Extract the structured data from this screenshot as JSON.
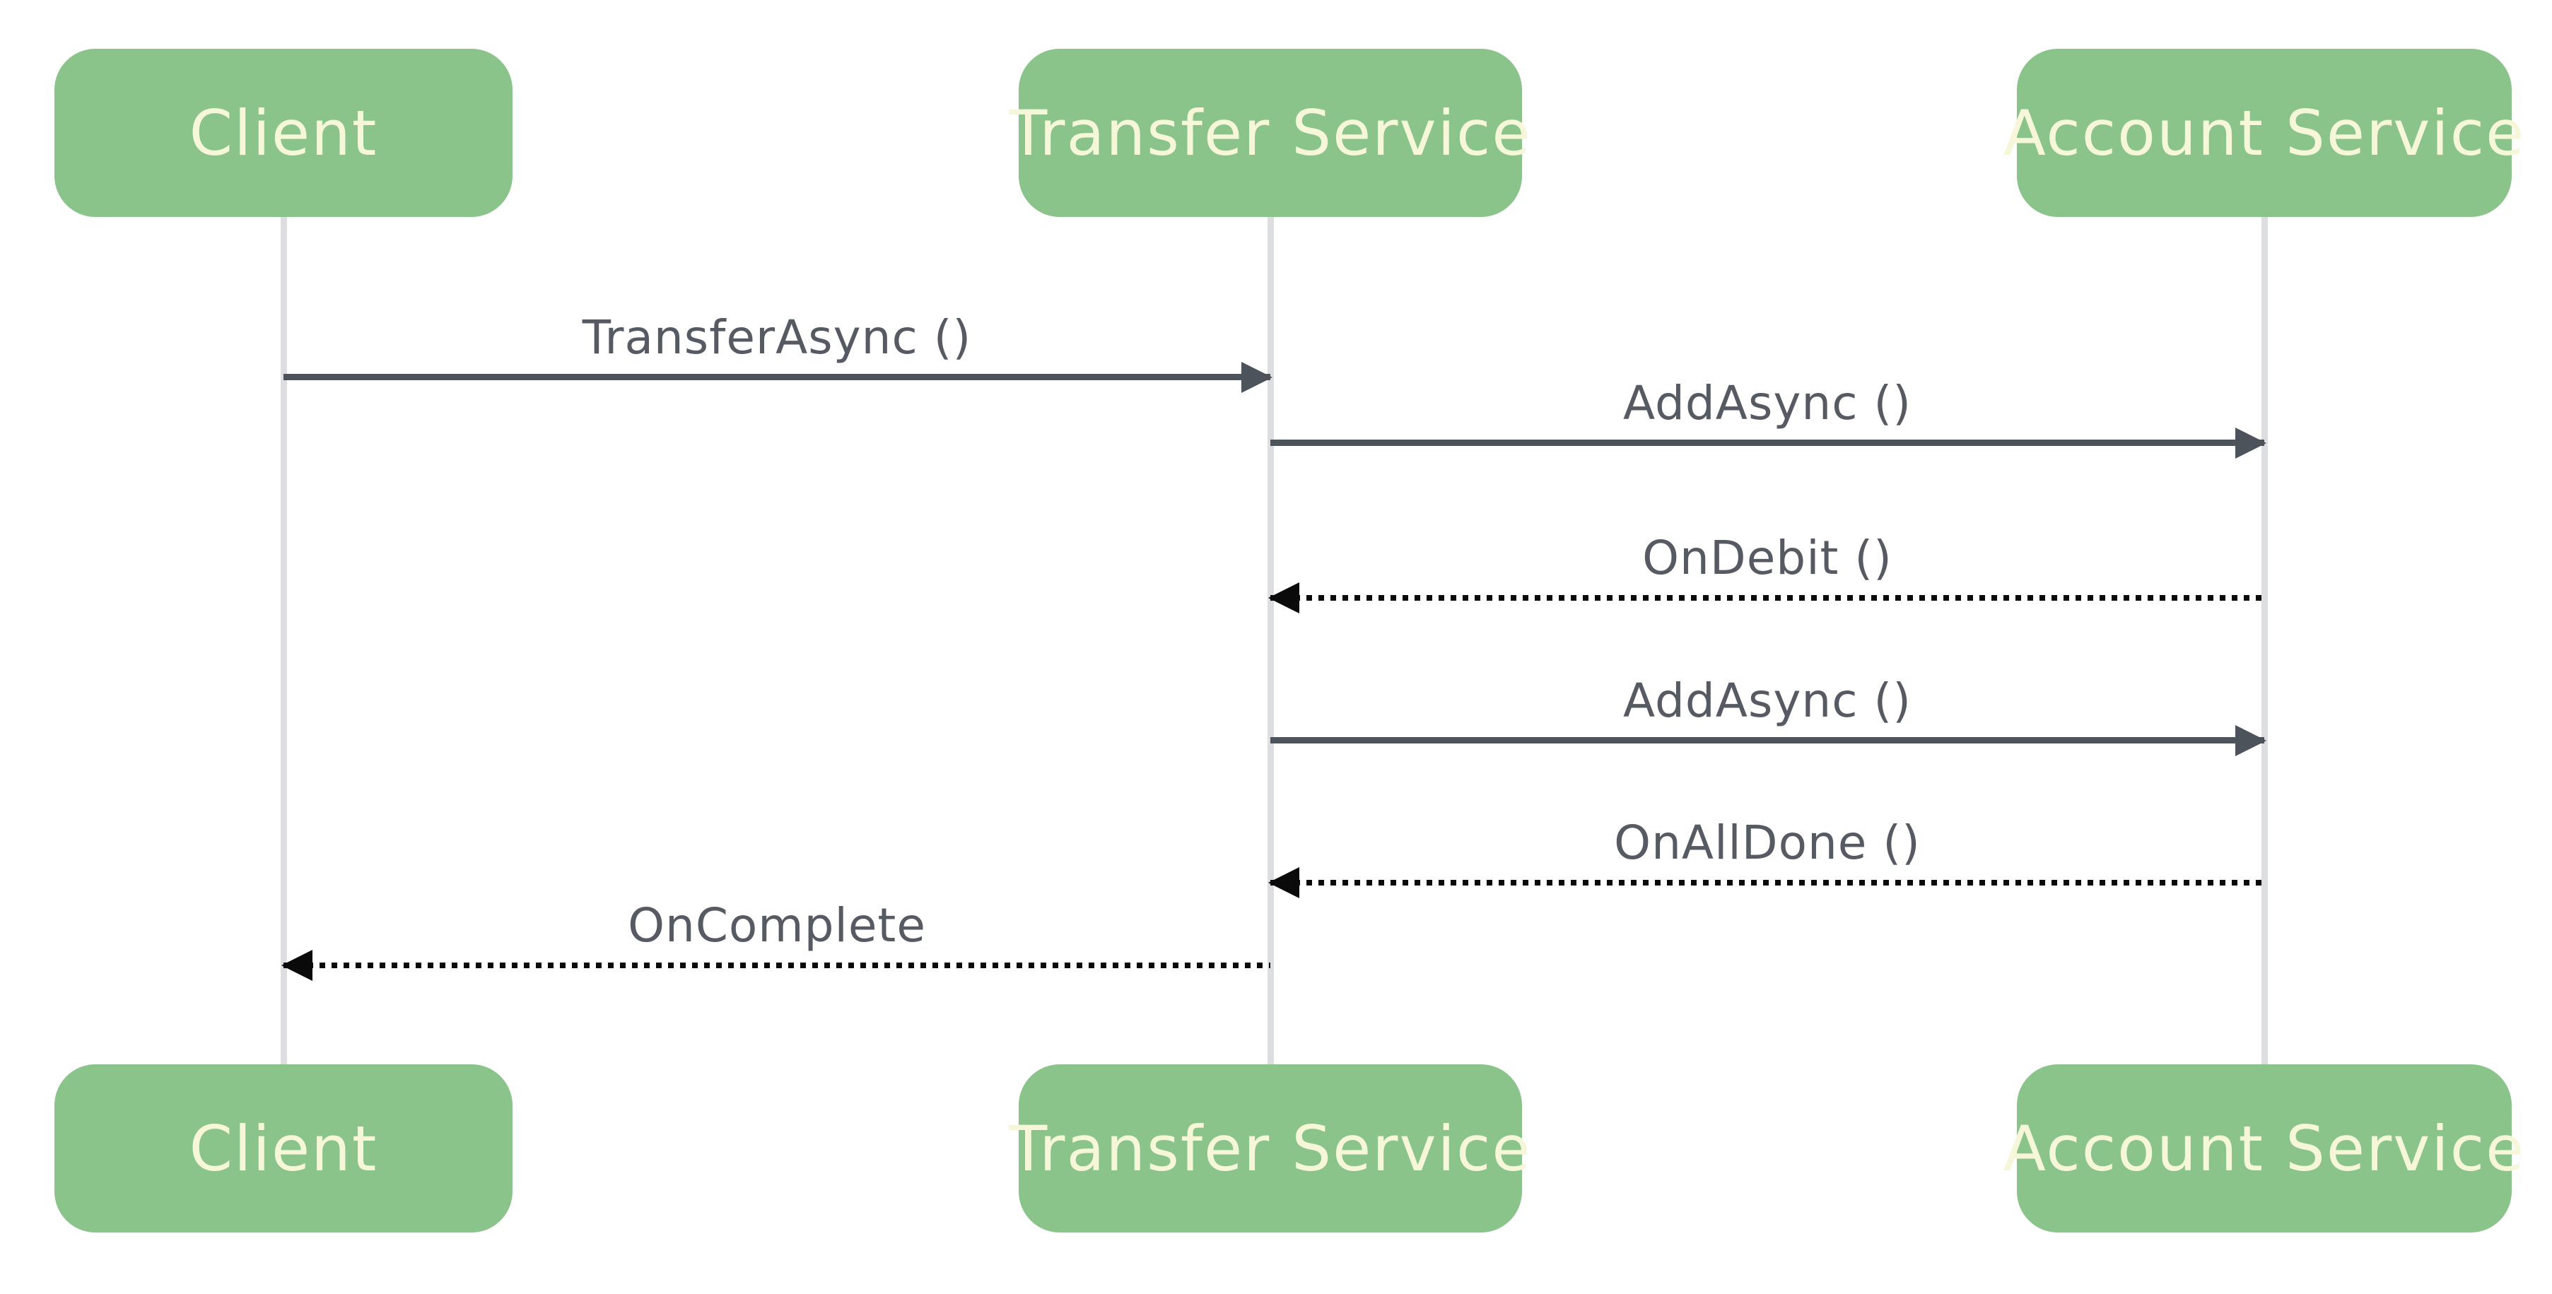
{
  "diagram": {
    "type": "sequence-diagram"
  },
  "colors": {
    "background": "#ffffff",
    "participant-fill": "#8ac48b",
    "participant-text": "#f6f7d8",
    "sync-arrow": "#4d535b",
    "async-arrow": "#0a0a0a",
    "lifeline": "#dcdee1",
    "label-text": "#565b63"
  },
  "participants": [
    {
      "name": "Client"
    },
    {
      "name": "Transfer Service"
    },
    {
      "name": "Account Service"
    }
  ],
  "messages": [
    {
      "label": "TransferAsync ()",
      "from": "Client",
      "to": "Transfer Service",
      "style": "solid",
      "direction": "right"
    },
    {
      "label": "AddAsync ()",
      "from": "Transfer Service",
      "to": "Account Service",
      "style": "solid",
      "direction": "right"
    },
    {
      "label": "OnDebit ()",
      "from": "Account Service",
      "to": "Transfer Service",
      "style": "dotted",
      "direction": "left"
    },
    {
      "label": "AddAsync ()",
      "from": "Transfer Service",
      "to": "Account Service",
      "style": "solid",
      "direction": "right"
    },
    {
      "label": "OnAllDone ()",
      "from": "Account Service",
      "to": "Transfer Service",
      "style": "dotted",
      "direction": "left"
    },
    {
      "label": "OnComplete",
      "from": "Transfer Service",
      "to": "Client",
      "style": "dotted",
      "direction": "left"
    }
  ]
}
